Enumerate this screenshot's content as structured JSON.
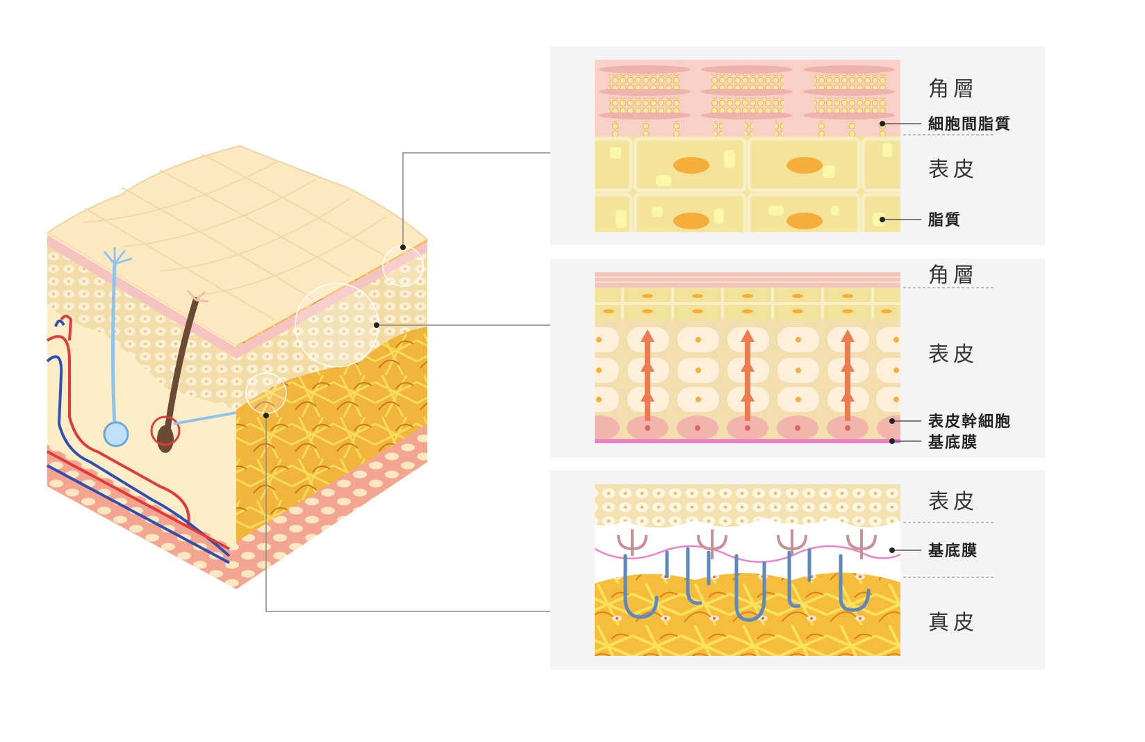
{
  "panels": {
    "top": {
      "label_stratum_corneum": "角層",
      "label_intercellular_lipid": "細胞間脂質",
      "label_epidermis": "表皮",
      "label_lipid": "脂質"
    },
    "middle": {
      "label_stratum_corneum": "角層",
      "label_epidermis": "表皮",
      "label_stem_cell": "表皮幹細胞",
      "label_basement_membrane": "基底膜"
    },
    "bottom": {
      "label_epidermis": "表皮",
      "label_basement_membrane": "基底膜",
      "label_dermis": "真皮"
    }
  },
  "colors": {
    "panel_bg": "#f4f4f4",
    "corneum_pink": "#f8d0c8",
    "epidermis_yellow": "#f3e49a",
    "epidermis_cream": "#f3dfae",
    "lipid_orange": "#f6ae3a",
    "dermis_gold": "#f3b93a",
    "basement_pink": "#ee82c8",
    "vessel_red": "#e03a3a",
    "vessel_blue": "#3050b0",
    "leader_gray": "#888888"
  }
}
